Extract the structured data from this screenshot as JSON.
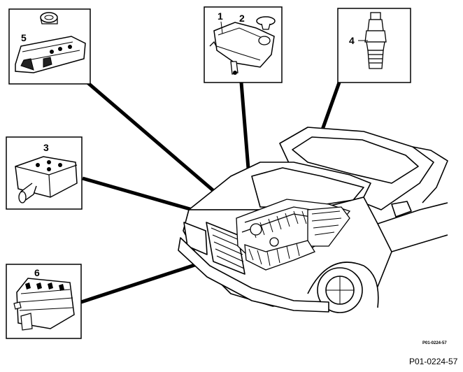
{
  "callouts": {
    "c1": "1",
    "c2": "2",
    "c3": "3",
    "c4": "4",
    "c5": "5",
    "c6": "6"
  },
  "figure_ref_small": "P01-0224-57",
  "figure_ref": "P01-0224-57"
}
